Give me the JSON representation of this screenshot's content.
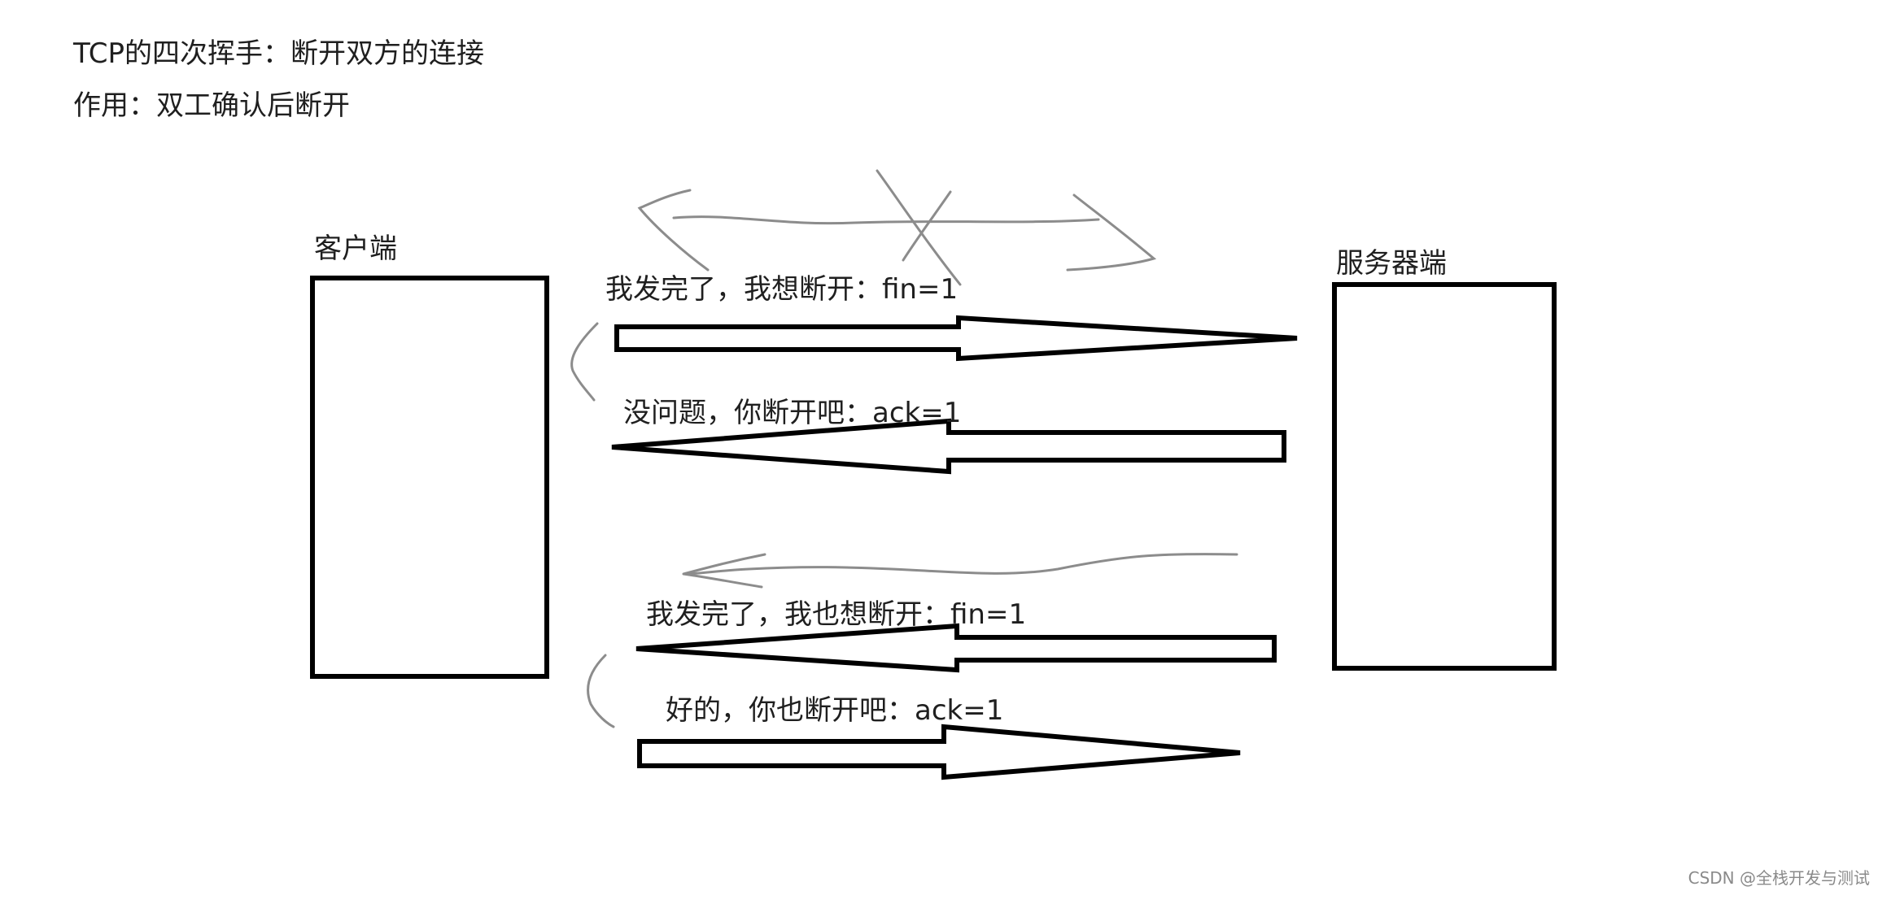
{
  "title": "TCP的四次挥手：断开双方的连接",
  "subtitle": "作用：双工确认后断开",
  "nodes": {
    "client": {
      "label": "客户端"
    },
    "server": {
      "label": "服务器端"
    }
  },
  "messages": [
    {
      "text": "我发完了，我想断开：fin=1",
      "direction": "client-to-server"
    },
    {
      "text": "没问题，你断开吧：ack=1",
      "direction": "server-to-client"
    },
    {
      "text": "我发完了，我也想断开：fin=1",
      "direction": "server-to-client"
    },
    {
      "text": "好的，你也断开吧：ack=1",
      "direction": "client-to-server"
    }
  ],
  "watermark": "CSDN @全栈开发与测试",
  "colors": {
    "stroke": "#000000",
    "sketch": "#8c8c8c",
    "text": "#1f1f1f",
    "watermark": "#8a8a8a"
  }
}
